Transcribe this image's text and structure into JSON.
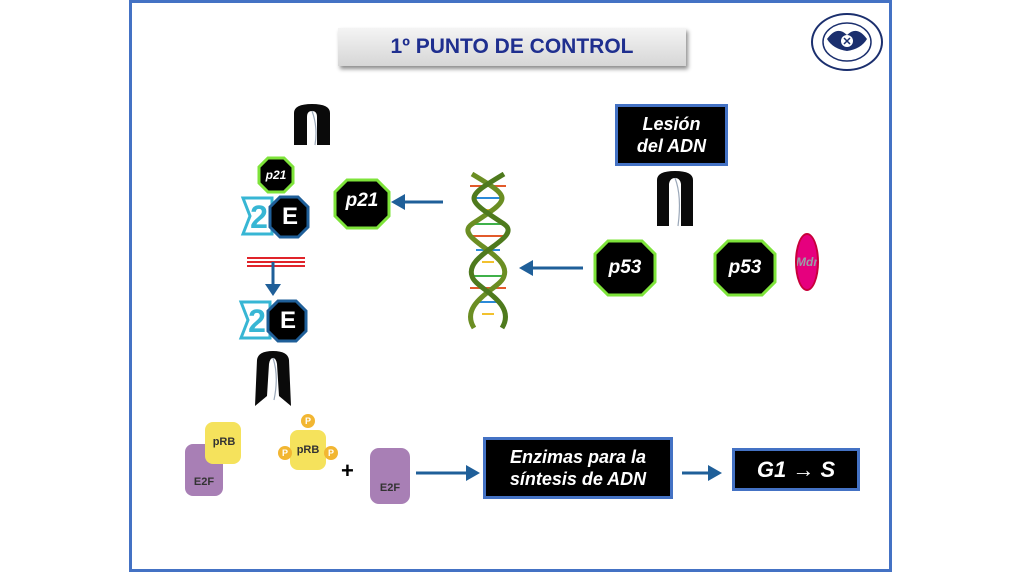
{
  "title": "1º PUNTO DE CONTROL",
  "boxes": {
    "lesion": "Lesión\ndel ADN",
    "enzimas": "Enzimas para la síntesis de ADN",
    "transition": "G1 → S"
  },
  "proteins": {
    "p21_small": "p21",
    "p21_large": "p21",
    "p53_left": "p53",
    "p53_right": "p53",
    "mdm": "Mdm",
    "cdk_label": "2",
    "cyclin_label": "E",
    "cdk_label_2": "2",
    "cyclin_label_2": "E"
  },
  "rb": {
    "prb_1": "pRB",
    "e2f_1": "E2F",
    "prb_2": "pRB",
    "phos": "P",
    "e2f_2": "E2F",
    "plus": "+"
  },
  "colors": {
    "arrow": "#1f5f99",
    "box_border": "#4472c4",
    "protein_outline": "#7ee33a",
    "title_text": "#1f2f8f",
    "mdm": "#e6007e",
    "prb": "#f5e25c",
    "e2f": "#a87fb5",
    "inhibit": "#e0242a"
  },
  "icons": [
    "university-seal-icon",
    "dna-helix-icon",
    "inhibition-bar-icon"
  ]
}
